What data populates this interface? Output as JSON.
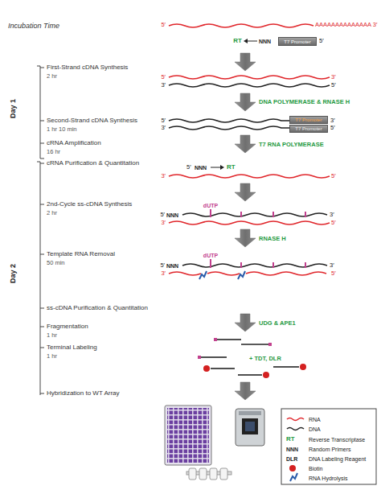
{
  "diagram": {
    "nodes": [
      {
        "text": [
          "T7 Promoter"
        ]
      },
      {
        "text": [
          "T7 Promoter"
        ]
      },
      {
        "text": [
          "T7 Promoter"
        ]
      }
    ],
    "labels": [
      "Incubation Time",
      "Day 1",
      "First-Strand cDNA Synthesis",
      "2 hr",
      "Second-Strand cDNA Synthesis",
      "1 hr 10 min",
      "cRNA Amplification",
      "16 hr",
      "Day 2",
      "cRNA Purification & Quantitation",
      "2nd-Cycle ss-cDNA Synthesis",
      "2 hr",
      "Template RNA Removal",
      "50 min",
      "ss-cDNA Purification & Quantitation",
      "Fragmentation",
      "1 hr",
      "Terminal Labeling",
      "1 hr",
      "Hybridization to WT Array",
      "5′",
      "AAAAAAAAAAAAAA 3′",
      "RT",
      "NNN",
      "5′",
      "5′",
      "3′",
      "3′",
      "5′",
      "DNA POLYMERASE & RNASE H",
      "5′",
      "3′",
      "3′",
      "5′",
      "T7 RNA POLYMERASE",
      "5′",
      "NNN",
      "RT",
      "3′",
      "5′",
      "dUTP",
      "5′",
      "NNN",
      "3′",
      "3′",
      "5′",
      "RNASE H",
      "dUTP",
      "5′",
      "NNN",
      "3′",
      "3′",
      "5′",
      "UDG & APE1",
      "+ TDT, DLR",
      "RT",
      "NNN",
      "DLR"
    ],
    "legend": [
      {
        "text": "RNA"
      },
      {
        "text": "DNA"
      },
      {
        "text": "Reverse Transcriptase"
      },
      {
        "text": "Random Primers"
      },
      {
        "text": "DNA Labeling Reagent"
      },
      {
        "text": "Biotin",
        "color": "#d42020"
      },
      {
        "text": "RNA Hydrolysis"
      }
    ]
  }
}
